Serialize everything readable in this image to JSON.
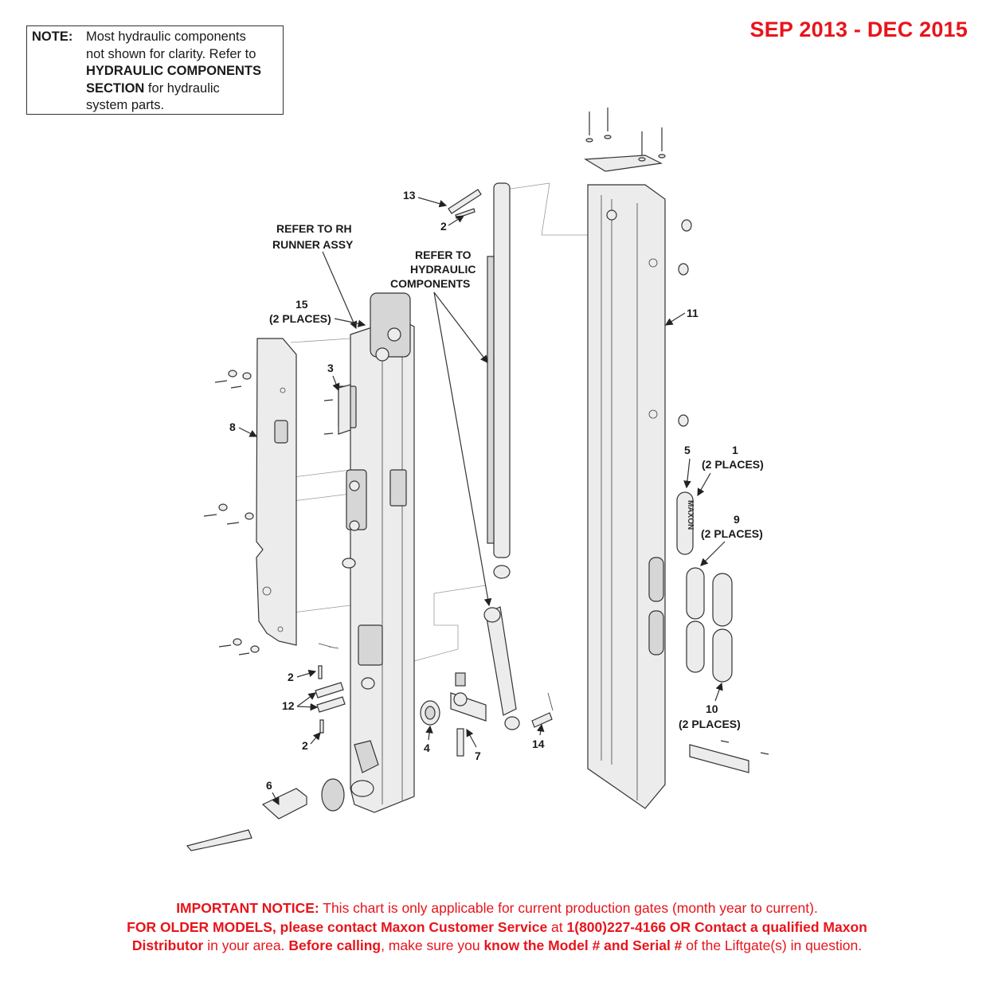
{
  "header": {
    "date_range": "SEP 2013 - DEC 2015"
  },
  "note": {
    "label": "NOTE:",
    "line1": "Most hydraulic components",
    "line2": "not shown for clarity. Refer to",
    "line3_bold": "HYDRAULIC COMPONENTS",
    "line4_bold": "SECTION",
    "line4_rest": " for hydraulic",
    "line5": "system parts."
  },
  "callouts": {
    "refer_rh_1": "REFER TO RH",
    "refer_rh_2": "RUNNER ASSY",
    "refer_hyd_1": "REFER TO",
    "refer_hyd_2": "HYDRAULIC",
    "refer_hyd_3": "COMPONENTS",
    "p1": "1",
    "p1_places": "(2 PLACES)",
    "p2a": "2",
    "p2b": "2",
    "p2c": "2",
    "p3": "3",
    "p4": "4",
    "p5": "5",
    "p6": "6",
    "p7": "7",
    "p8": "8",
    "p9": "9",
    "p9_places": "(2 PLACES)",
    "p10": "10",
    "p10_places": "(2 PLACES)",
    "p11": "11",
    "p12": "12",
    "p13": "13",
    "p14": "14",
    "p15": "15",
    "p15_places": "(2 PLACES)"
  },
  "logo_text": "MAXON",
  "notice": {
    "l1_bold": "IMPORTANT NOTICE:",
    "l1_rest": " This chart is only applicable for current production gates (month year to current).",
    "l2_bold": "FOR OLDER MODELS, please contact Maxon Customer Service",
    "l2_mid": " at ",
    "l2_bold2": "1(800)227-4166 OR Contact a qualified Maxon",
    "l3_bold": "Distributor",
    "l3_a": " in your area. ",
    "l3_bold2": "Before calling",
    "l3_b": ", make sure you ",
    "l3_bold3": "know the Model # and Serial #",
    "l3_c": " of the Liftgate(s) in question."
  },
  "colors": {
    "accent_red": "#e8141b",
    "line": "#333333"
  }
}
